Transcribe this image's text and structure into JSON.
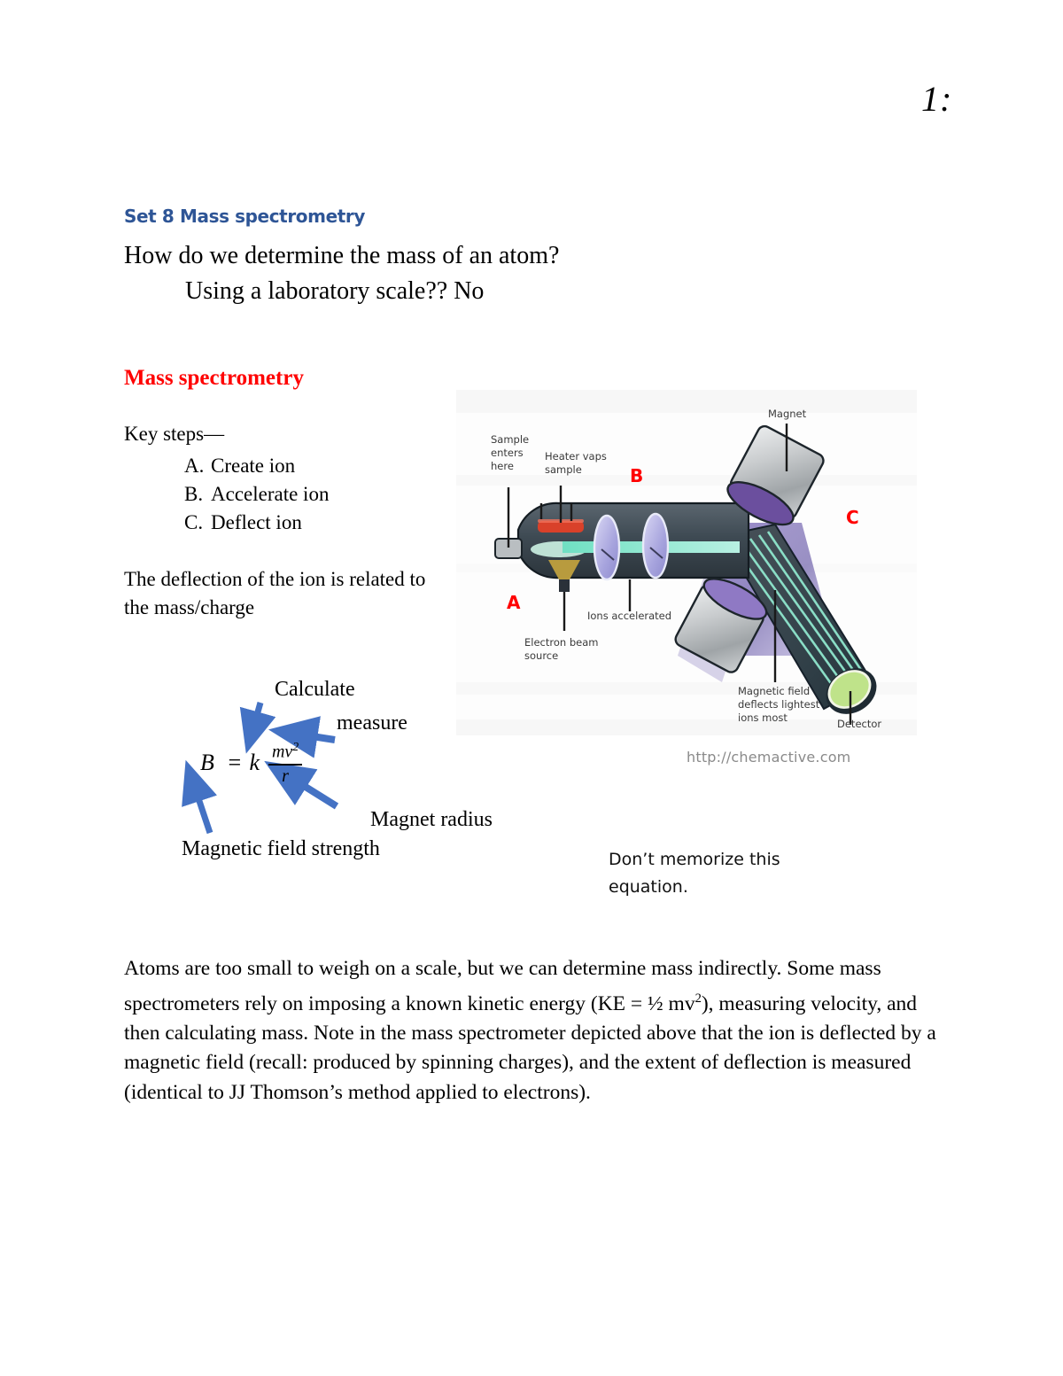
{
  "page": {
    "number_label": "1:"
  },
  "headings": {
    "set_title": "Set 8  Mass spectrometry",
    "question_line1": "How do we determine the mass of an atom?",
    "question_line2": "Using a laboratory scale??   No",
    "section_title": "Mass spectrometry",
    "section_title_color": "#FF0000",
    "set_title_color": "#2E5596"
  },
  "key_steps": {
    "label": "Key steps—",
    "items": [
      {
        "marker": "A.",
        "text": "Create ion"
      },
      {
        "marker": "B.",
        "text": "Accelerate ion"
      },
      {
        "marker": "C.",
        "text": "Deflect ion"
      }
    ]
  },
  "deflection_note": "The deflection of the ion is related to the mass/charge",
  "equation": {
    "left_symbol": "B",
    "equals": "=",
    "constant": "k",
    "numerator": "mv",
    "numerator_exponent": "2",
    "denominator": "r",
    "annotations": {
      "calculate": "Calculate",
      "measure": "measure",
      "magnet_radius": "Magnet radius",
      "field_strength": "Magnetic field strength"
    },
    "arrow_color": "#4472C4"
  },
  "note": {
    "text": "Don’t memorize this equation."
  },
  "figure": {
    "credit": "http://chemactive.com",
    "labels": {
      "sample_enters": "Sample\nenters\nhere",
      "heater": "Heater vaps\nsample",
      "ions_accelerated": "Ions accelerated",
      "electron_beam": "Electron beam\nsource",
      "magnet": "Magnet",
      "magnetic_field": "Magnetic field\ndeflects lightest\nions most",
      "detector": "Detector"
    },
    "letters": {
      "a": "A",
      "b": "B",
      "c": "C"
    },
    "colors": {
      "chamber": "#4a555e",
      "beam": "#7fe3c8",
      "heater": "#d9412a",
      "electron_gun": "#b89b3e",
      "lens": "#a9a7e0",
      "magnet_body": "#b9bcbe",
      "magnet_face": "#6b4f9e",
      "detector_face": "#bfe38a",
      "letter_red": "#FF0000"
    }
  },
  "body_paragraph": {
    "part1": "Atoms are too small to weigh on a scale, but we can determine mass indirectly. Some mass spectrometers rely on imposing a known kinetic energy (KE = ½ mv",
    "sup1": "2",
    "part2": "), measuring velocity, and then calculating mass.  Note in the mass spectrometer depicted above that the ion is deflected by a magnetic field (recall:  produced by spinning charges), and the extent of deflection is measured (identical to JJ Thomson’s method applied to electrons)."
  }
}
